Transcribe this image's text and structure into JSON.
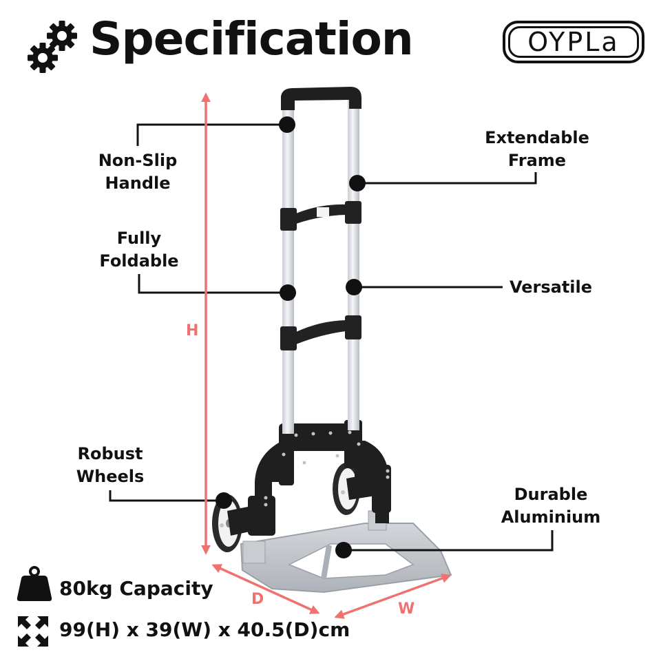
{
  "header": {
    "title": "Specification",
    "title_icon": "gears-icon",
    "brand_logo": "OYPLa"
  },
  "callouts": [
    {
      "id": "non-slip-handle",
      "lines": [
        "Non-Slip",
        "Handle"
      ]
    },
    {
      "id": "fully-foldable",
      "lines": [
        "Fully",
        "Foldable"
      ]
    },
    {
      "id": "robust-wheels",
      "lines": [
        "Robust",
        "Wheels"
      ]
    },
    {
      "id": "extendable-frame",
      "lines": [
        "Extendable",
        "Frame"
      ]
    },
    {
      "id": "versatile",
      "lines": [
        "Versatile"
      ]
    },
    {
      "id": "durable-aluminium",
      "lines": [
        "Durable",
        "Aluminium"
      ]
    }
  ],
  "dimensions": {
    "height_label": "H",
    "depth_label": "D",
    "width_label": "W",
    "arrow_color": "#ef7270"
  },
  "specs": [
    {
      "icon": "weight-icon",
      "text": "80kg Capacity"
    },
    {
      "icon": "expand-arrows-icon",
      "text": "99(H) x 39(W) x 40.5(D)cm"
    }
  ],
  "colors": {
    "text": "#111111",
    "accent_arrow": "#ef7270",
    "frame_metal": "#dfe3e8",
    "plastic": "#1e1e1e",
    "base_plate": "#c3c7cc"
  }
}
